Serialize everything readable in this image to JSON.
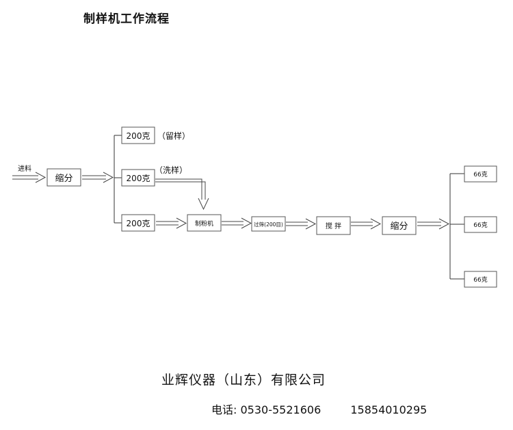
{
  "title": "制样机工作流程",
  "flow": {
    "input_label": "进料",
    "split_1": "缩分",
    "branch_retain_weight": "200克",
    "branch_retain_note": "（留样）",
    "branch_wash_weight": "200克",
    "branch_wash_note": "（洗样）",
    "branch_process_weight": "200克",
    "grinder": "制粉机",
    "sieve": "过筛(200目)",
    "mix": "搅 拌",
    "split_2": "缩分",
    "output_1": "66克",
    "output_2": "66克",
    "output_3": "66克"
  },
  "footer": {
    "company": "业辉仪器（山东）有限公司",
    "phone_label": "电话:",
    "phone": "0530-5521606",
    "mobile": "15854010295"
  }
}
